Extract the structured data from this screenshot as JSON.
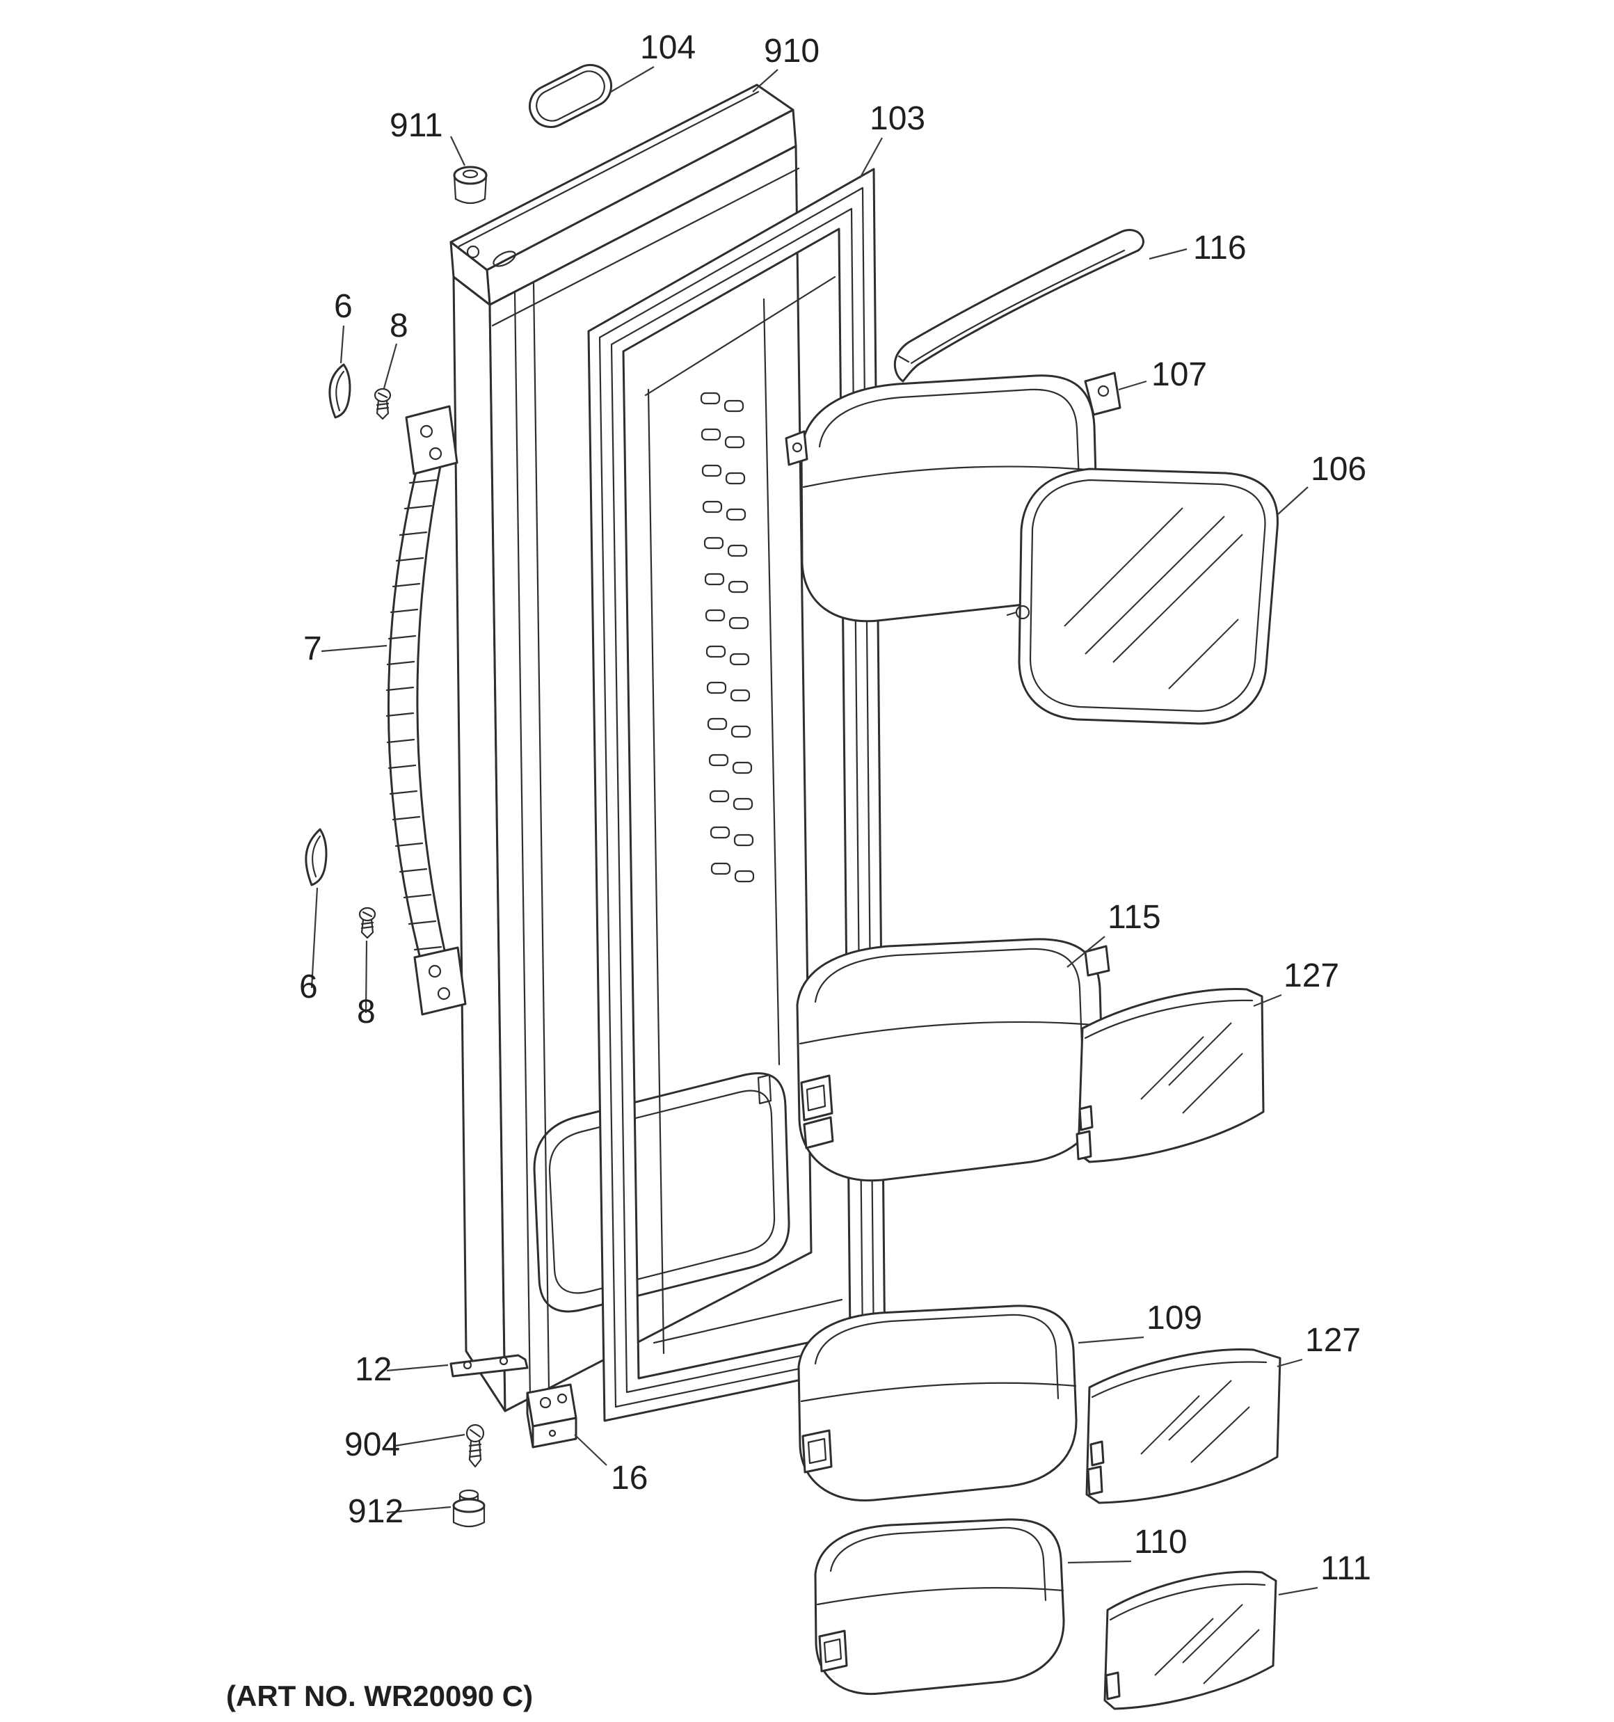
{
  "page": {
    "background": "#ffffff",
    "line_color": "#2e2e2e"
  },
  "diagram": {
    "art_no": "(ART NO. WR20090 C)",
    "labels": {
      "p104": "104",
      "p910": "910",
      "p911": "911",
      "p103": "103",
      "p116": "116",
      "p107": "107",
      "p106": "106",
      "p6_top": "6",
      "p8_top": "8",
      "p7": "7",
      "p6_bottom": "6",
      "p8_bottom": "8",
      "p115": "115",
      "p127_upper": "127",
      "p12": "12",
      "p904": "904",
      "p16": "16",
      "p912": "912",
      "p109": "109",
      "p127_lower": "127",
      "p110": "110",
      "p111": "111"
    }
  }
}
